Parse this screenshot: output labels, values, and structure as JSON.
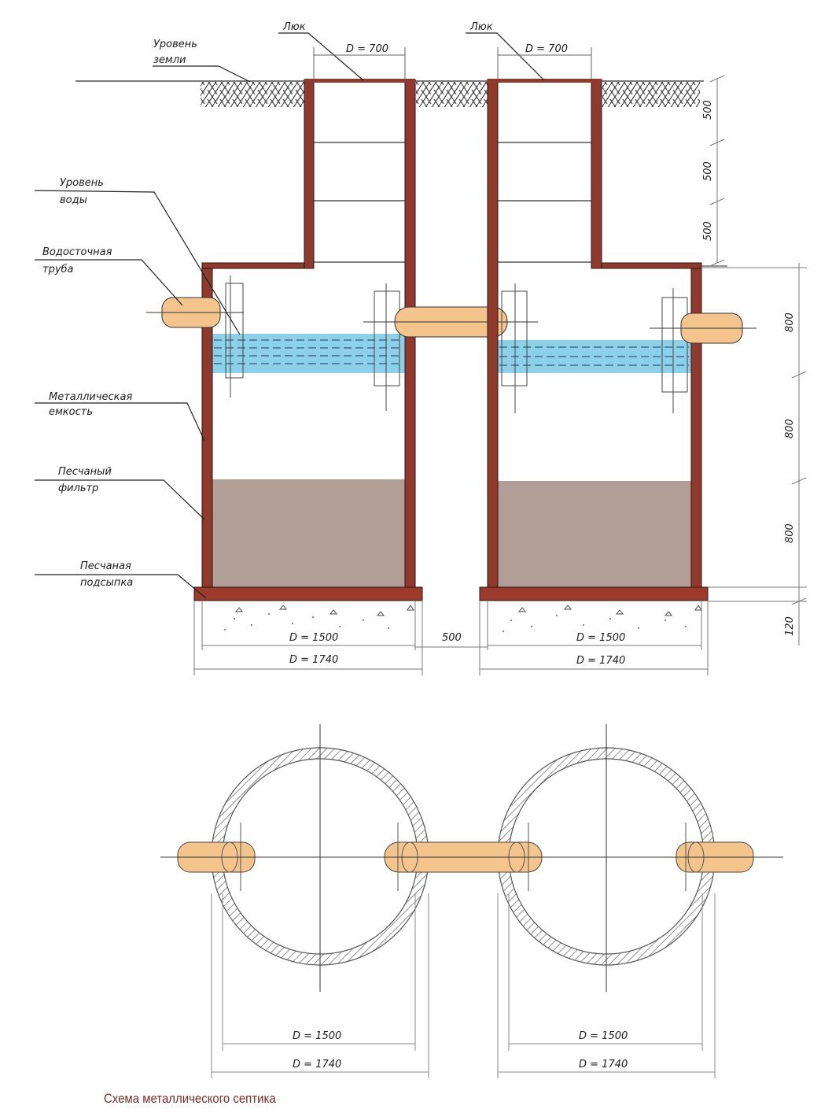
{
  "colors": {
    "wall": "#8f3a2d",
    "water": "#7fcbe8",
    "sand": "#b09e97",
    "pipe": "#f3c48b",
    "line": "#2a2a2a",
    "caption": "#7a2e2a"
  },
  "labels": {
    "hatch_left": "Люк",
    "hatch_right": "Люк",
    "ground_level_1": "Уровень",
    "ground_level_2": "земли",
    "water_level_1": "Уровень",
    "water_level_2": "воды",
    "drain_pipe_1": "Водосточная",
    "drain_pipe_2": "труба",
    "metal_tank_1": "Металлическая",
    "metal_tank_2": "емкость",
    "sand_filter_1": "Песчаный",
    "sand_filter_2": "фильтр",
    "sand_bed_1": "Песчаная",
    "sand_bed_2": "подсыпка"
  },
  "dims": {
    "neck_left": "D = 700",
    "neck_right": "D = 700",
    "v1": "500",
    "v2": "500",
    "v3": "500",
    "v4": "800",
    "v5": "800",
    "v6": "800",
    "v7": "120",
    "gap": "500",
    "inner_left": "D = 1500",
    "outer_left": "D = 1740",
    "inner_right": "D = 1500",
    "outer_right": "D = 1740",
    "plan_inner_left": "D = 1500",
    "plan_outer_left": "D = 1740",
    "plan_inner_right": "D = 1500",
    "plan_outer_right": "D = 1740"
  },
  "caption": "Схема металлического септика"
}
